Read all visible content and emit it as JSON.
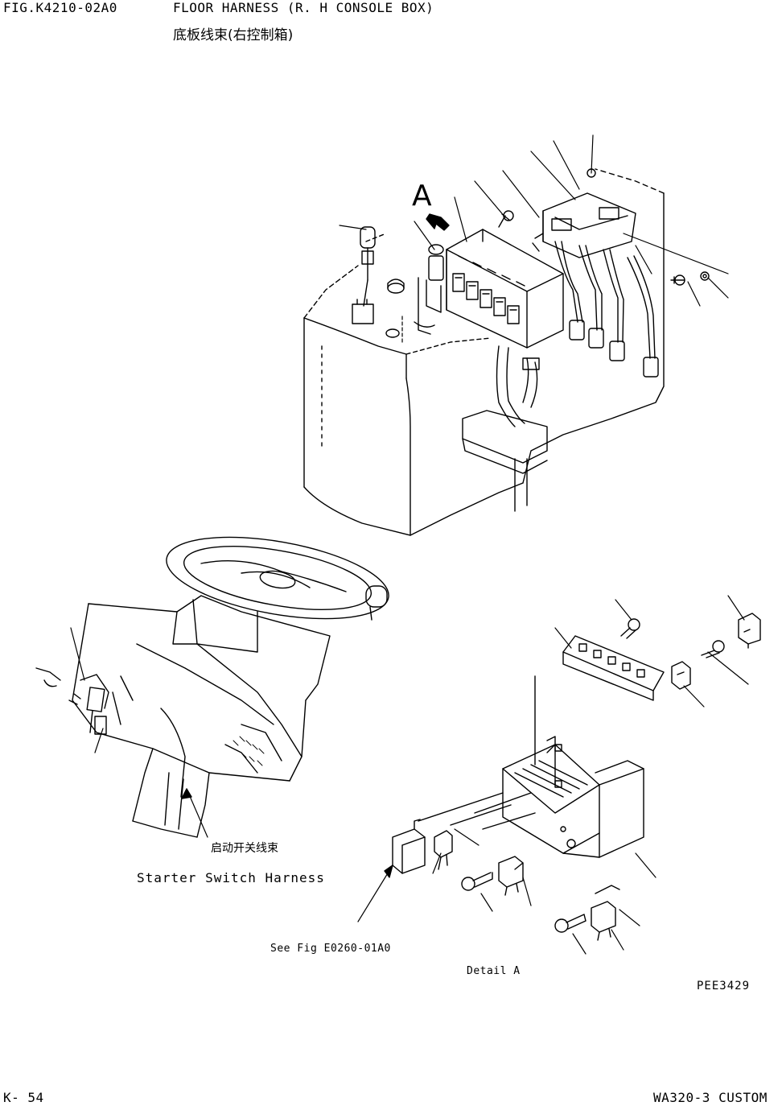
{
  "header": {
    "figure_code": "FIG.K4210-02A0",
    "title_en": "FLOOR HARNESS (R. H CONSOLE BOX)",
    "title_cn": "底板线束(右控制箱)"
  },
  "labels": {
    "callout_a": "A",
    "starter_cn": "启动开关线束",
    "starter_en": "Starter Switch Harness",
    "see_fig": "See Fig E0260-01A0",
    "detail": "Detail A",
    "drawing_no": "PEE3429"
  },
  "footer": {
    "page": "K- 54",
    "model": "WA320-3 CUSTOM"
  },
  "icons": {
    "arrow": "hatched-arrow-icon"
  }
}
